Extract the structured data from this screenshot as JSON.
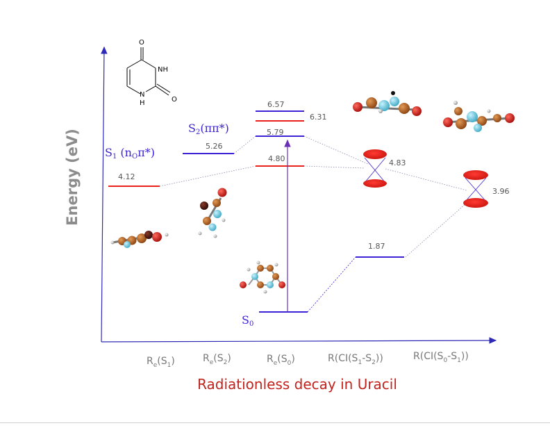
{
  "title": "Radiationless decay in Uracil",
  "y_axis_label": "Energy (eV)",
  "x_labels": [
    {
      "main": "R",
      "sub": "e",
      "rest": "(S",
      "sub2": "1",
      "end": ")"
    },
    {
      "main": "R",
      "sub": "e",
      "rest": "(S",
      "sub2": "2",
      "end": ")"
    },
    {
      "main": "R",
      "sub": "e",
      "rest": "(S",
      "sub2": "0",
      "end": ")"
    },
    {
      "main": "R(CI(S",
      "sub": "1",
      "rest": "-S",
      "sub2": "2",
      "end": "))"
    },
    {
      "main": "R(CI(S",
      "sub": "0",
      "rest": "-S",
      "sub2": "1",
      "end": "))"
    }
  ],
  "state_labels": {
    "s1": {
      "base": "S",
      "sub": "1",
      "paren_open": " (n",
      "sub2": "O",
      "tail": "π*)"
    },
    "s2": {
      "base": "S",
      "sub": "2",
      "tail": "(ππ*)"
    },
    "s0": {
      "base": "S",
      "sub": "0"
    }
  },
  "levels": [
    {
      "id": "S1-at-ReS1",
      "label": "4.12",
      "color": "#e8221b"
    },
    {
      "id": "S2-at-ReS2",
      "label": "5.26",
      "color": "#3b22d6"
    },
    {
      "id": "S2-at-ReS0",
      "label": "5.79",
      "color": "#3b22d6"
    },
    {
      "id": "S1-at-ReS0",
      "label": "4.80",
      "color": "#e8221b"
    },
    {
      "id": "Sx-at-ReS0-blue",
      "label": "6.57",
      "color": "#3b22d6"
    },
    {
      "id": "Sx-at-ReS0-red",
      "label": "6.31",
      "color": "#e8221b"
    },
    {
      "id": "S0-at-ReS0",
      "label": "",
      "color": "#3b22d6"
    },
    {
      "id": "S0-at-CI12",
      "label": "1.87",
      "color": "#3b22d6"
    }
  ],
  "conical_intersections": [
    {
      "id": "CI-S1-S2",
      "label": "4.83"
    },
    {
      "id": "CI-S0-S1",
      "label": "3.96"
    }
  ],
  "molecule_labels": {
    "o_top": "O",
    "nh_top": "NH",
    "nh_bottom": "H",
    "n_bottom": "N",
    "o_right": "O"
  },
  "colors": {
    "axis": "#2e2ab5",
    "title": "#c0221c",
    "axis_label": "#8c8c8c",
    "tick_text": "#777777",
    "levels_text": "#555555"
  }
}
